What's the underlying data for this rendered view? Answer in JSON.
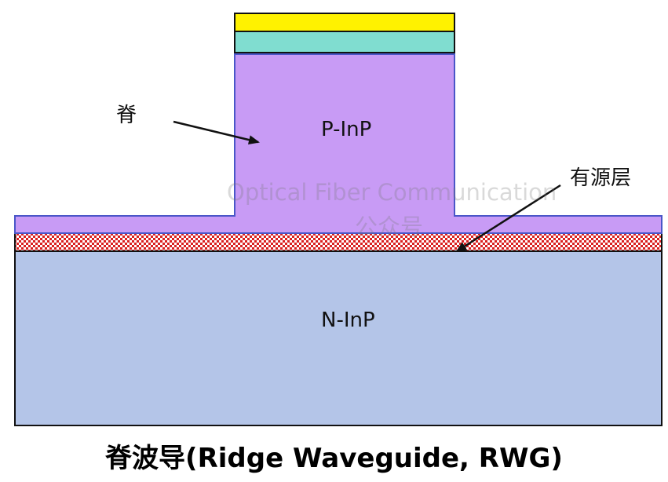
{
  "diagram": {
    "layers": {
      "top_contact": "",
      "contact_layer": "",
      "ridge": "P-InP",
      "active_layer": "",
      "substrate": "N-InP"
    },
    "callouts": {
      "ridge": "脊",
      "active_layer": "有源层"
    },
    "watermark": {
      "line1": "Optical Fiber Communication",
      "line2": "公众号"
    },
    "caption": "脊波导(Ridge Waveguide, RWG)"
  },
  "colors": {
    "top_contact": "#FFF200",
    "contact_layer": "#80DDD0",
    "p_inp": "#C89BF5",
    "p_inp_border": "#4A56C8",
    "active_layer": "#D92020",
    "n_inp": "#B4C5E8",
    "outline": "#111111"
  }
}
